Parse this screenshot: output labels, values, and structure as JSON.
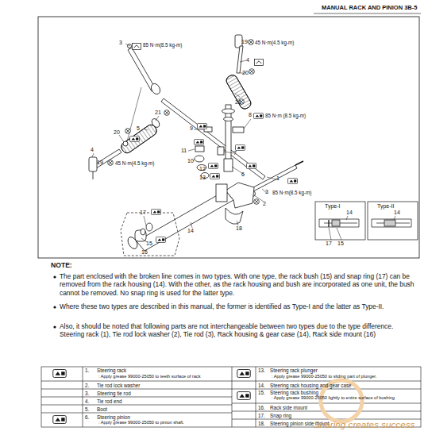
{
  "diagram": {
    "title": "MANUAL RACK AND PINION 3B-5",
    "labels": [
      "3",
      "85 N·m(8.5 kg-m)",
      "5",
      "21",
      "20",
      "4",
      "19",
      "45 N·m(4.5 kg-m)",
      "19",
      "45 N·m(4.5 kg-m)",
      "4",
      "20",
      "21",
      "9",
      "8",
      "85 N·m (8.5 kg-m)",
      "11",
      "10",
      "12",
      "13",
      "7",
      "6",
      "1",
      "3",
      "85 N·m(8.5 kg-m)",
      "2",
      "14",
      "18",
      "17",
      "15",
      "16",
      "Type-I",
      "Type-II",
      "14",
      "14",
      "17",
      "15",
      "NOTE:",
      "The part enclosed with the broken line comes in two types. With one type, the rack bush (15) and snap ring (17) can be removed from the rack housing (14). With the other, as the rack housing and bush are incorporated as one unit, the bush cannot be removed. No snap ring is used for the latter type.",
      "Where these two types are described in this manual, the former is identified as Type-I and the latter as Type-II.",
      "Also, it should be noted that following parts are not interchangeable between two types due to the type difference. Steering rack (1), Tie rod lock washer (2), Tie rod (3), Rack housing & gear case (14), Rack side mount (16)",
      "1.",
      "Steering rack",
      ": Apply grease 99000-25050 to teeth surface of rack",
      "2.",
      "Tie rod lock washer",
      "3.",
      "Steering tie rod",
      "4.",
      "Tie rod end",
      "5.",
      "Boot",
      "6.",
      "Steering pinion",
      ": Apply grease 99000-25050 to pinion shaft.",
      "13.",
      "Steering rack plunger",
      ": Apply grease 99000-25050 to sliding part of plunger.",
      "14.",
      "Steering rack housing and gear case",
      "15.",
      "Steering rack bushing",
      ": Apply grease 99000-25050 lightly to entire surface of bushing",
      "16.",
      "Rack side mount",
      "17.",
      "Snap ring",
      "18.",
      "Steering pinion side mount",
      "Sharing creates success"
    ]
  }
}
